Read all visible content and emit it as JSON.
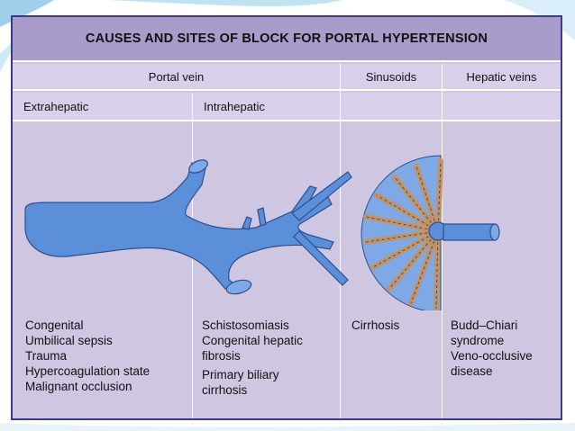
{
  "title": "CAUSES AND SITES OF BLOCK FOR PORTAL HYPERTENSION",
  "columns": {
    "portal_vein": "Portal vein",
    "sinusoids": "Sinusoids",
    "hepatic_veins": "Hepatic veins",
    "extrahepatic": "Extrahepatic",
    "intrahepatic": "Intrahepatic"
  },
  "causes": {
    "extrahepatic": [
      "Congenital",
      "Umbilical sepsis",
      "Trauma",
      "Hypercoagulation state",
      "Malignant occlusion"
    ],
    "intrahepatic": [
      "Schistosomiasis",
      "Congenital hepatic",
      "fibrosis",
      "Primary biliary",
      "cirrhosis"
    ],
    "sinusoids": [
      "Cirrhosis"
    ],
    "hepatic_veins": [
      "Budd–Chiari",
      "syndrome",
      "Veno-occlusive",
      "disease"
    ]
  },
  "colors": {
    "table_bg": "#cfc6e2",
    "title_bg": "#a99cca",
    "vessel": "#5b8fd9",
    "sinusoid_accent": "#c8925a"
  }
}
